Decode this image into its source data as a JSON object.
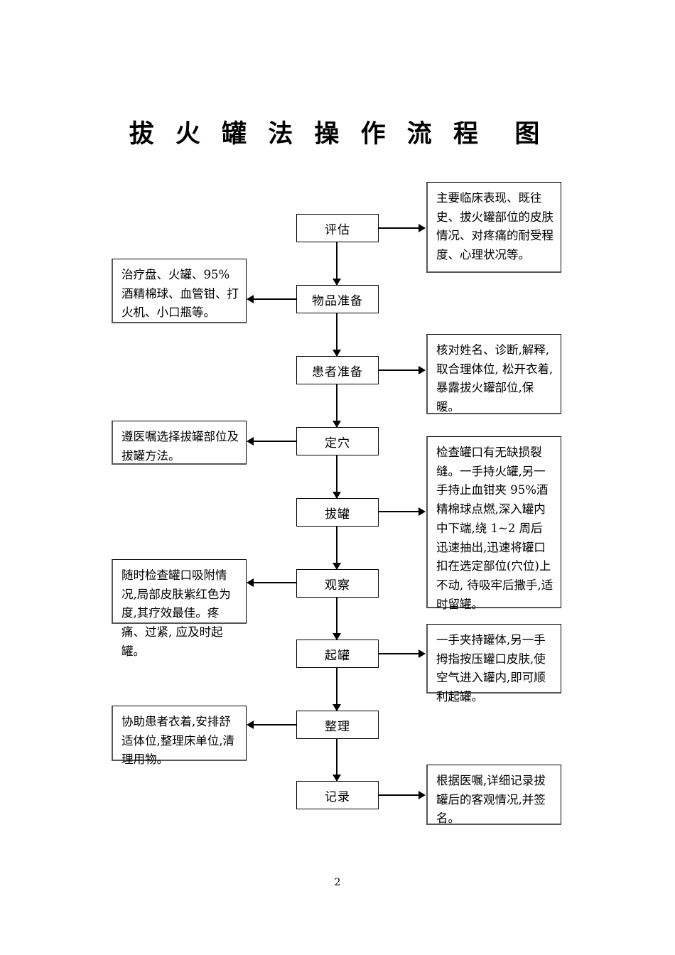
{
  "document": {
    "title": "拔 火 罐 法 操 作 流 程  图",
    "page_number": "2"
  },
  "flow_steps": [
    {
      "id": "assess",
      "label": "评估"
    },
    {
      "id": "supplies",
      "label": "物品准备"
    },
    {
      "id": "patient-prep",
      "label": "患者准备"
    },
    {
      "id": "locate-point",
      "label": "定穴"
    },
    {
      "id": "cupping",
      "label": "拔罐"
    },
    {
      "id": "observe",
      "label": "观察"
    },
    {
      "id": "remove-cup",
      "label": "起罐"
    },
    {
      "id": "tidy-up",
      "label": "整理"
    },
    {
      "id": "record",
      "label": "记录"
    }
  ],
  "notes_right": [
    {
      "id": "assess-note",
      "text": "主要临床表现、既往史、拔火罐部位的皮肤情况、对疼痛的耐受程度、心理状况等。"
    },
    {
      "id": "patient-note",
      "text": "核对姓名、诊断,解释,取合理体位, 松开衣着,暴露拔火罐部位,保暖。"
    },
    {
      "id": "cupping-note",
      "text": "检查罐口有无缺损裂缝。一手持火罐,另一手持止血钳夹 95%酒精棉球点燃,深入罐内中下端,绕 1~2 周后迅速抽出,迅速将罐口扣在选定部位(穴位)上不动, 待吸牢后撒手,适时留罐。"
    },
    {
      "id": "remove-note",
      "text": "一手夹持罐体,另一手拇指按压罐口皮肤,使空气进入罐内,即可顺利起罐。"
    },
    {
      "id": "record-note",
      "text": "根据医嘱,详细记录拔罐后的客观情况,并签名。"
    }
  ],
  "notes_left": [
    {
      "id": "supplies-note",
      "text": "治疗盘、火罐、95%酒精棉球、血管钳、打火机、小口瓶等。"
    },
    {
      "id": "locate-note",
      "text": "遵医嘱选择拔罐部位及拔罐方法。"
    },
    {
      "id": "observe-note",
      "text": "随时检查罐口吸附情况,局部皮肤紫红色为度,其疗效最佳。疼痛、过紧, 应及时起罐。"
    },
    {
      "id": "tidy-note",
      "text": "协助患者衣着,安排舒适体位,整理床单位,清理用物。"
    }
  ],
  "colors": {
    "line": "#000000",
    "box_border": "#000000",
    "note_shadow": "#555555",
    "background": "#ffffff"
  }
}
